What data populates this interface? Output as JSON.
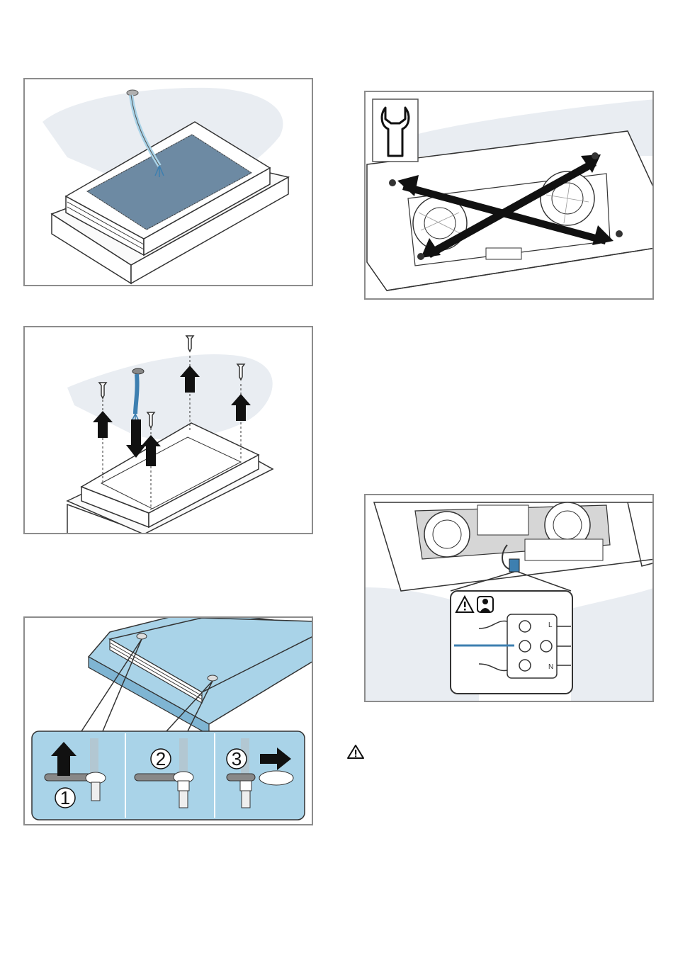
{
  "figures": [
    {
      "id": "filter-panel",
      "icon": "filter-mat-icon"
    },
    {
      "id": "screws-panel",
      "icon": "screw-icon"
    },
    {
      "id": "nut-panel",
      "icon": "wrench-icon",
      "steps": [
        {
          "label": "1"
        },
        {
          "label": "2"
        },
        {
          "label": "3"
        }
      ]
    },
    {
      "id": "transport-panel",
      "icon": "wrench-icon"
    },
    {
      "id": "wiring-panel",
      "icons": [
        "warning-icon",
        "electrician-icon"
      ],
      "terminal_labels": [
        "L",
        "N"
      ]
    }
  ],
  "warning_symbol": "warning-icon",
  "colors": {
    "accent_blue": "#a9d3e8",
    "dark_blue": "#3d7fb0",
    "outline": "#8c8c8c",
    "shadow": "#e9edf2"
  }
}
